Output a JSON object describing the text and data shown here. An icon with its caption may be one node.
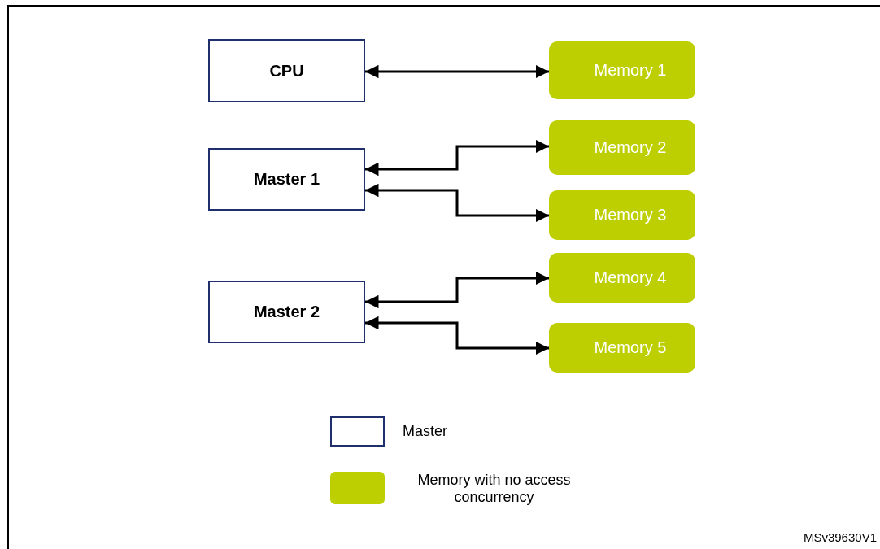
{
  "diagram": {
    "nodes": [
      {
        "text": [
          "CPU"
        ]
      },
      {
        "text": [
          "Master 1"
        ]
      },
      {
        "text": [
          "Master 2"
        ]
      },
      {
        "text": [
          "Memory 1"
        ]
      },
      {
        "text": [
          "Memory 2"
        ]
      },
      {
        "text": [
          "Memory 3"
        ]
      },
      {
        "text": [
          "Memory 4"
        ]
      },
      {
        "text": [
          "Memory 5"
        ]
      }
    ],
    "edges": [
      {
        "from": 0,
        "to": 3,
        "arrow": "both"
      },
      {
        "from": 1,
        "to": 4,
        "arrow": "both"
      },
      {
        "from": 1,
        "to": 5,
        "arrow": "both"
      },
      {
        "from": 2,
        "to": 6,
        "arrow": "both"
      },
      {
        "from": 2,
        "to": 7,
        "arrow": "both"
      }
    ],
    "labels": [
      "MSv39630V1"
    ],
    "legend": [
      {
        "text": "Master"
      },
      {
        "text": "Memory with no access concurrency",
        "color": "#bdcf00"
      }
    ]
  }
}
